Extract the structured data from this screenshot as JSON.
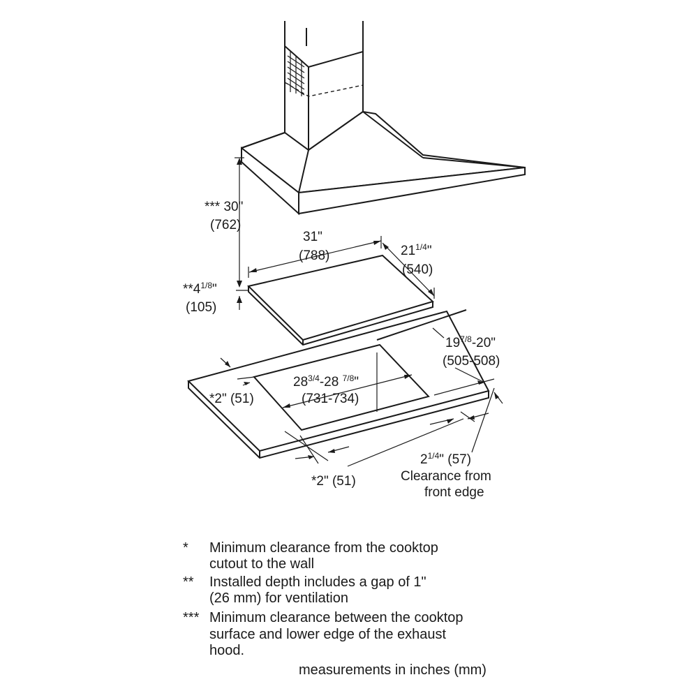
{
  "dimensions": {
    "hood_height": {
      "main": "*** 30\"",
      "mm": "(762)"
    },
    "cooktop_width": {
      "main": "31\"",
      "mm": "(788)"
    },
    "cooktop_depth": {
      "whole": "21",
      "frac": "1/4",
      "unit": "\"",
      "mm": "(540)"
    },
    "installed_depth": {
      "prefix": "**4",
      "frac": "1/8",
      "unit": "\"",
      "mm": "(105)"
    },
    "cutout_depth": {
      "whole": "19",
      "frac": "7/8",
      "rest": "-20\"",
      "mm": "(505-508)"
    },
    "cutout_width": {
      "whole": "28",
      "frac": "3/4",
      "mid": "-28 ",
      "frac2": "7/8",
      "unit": "\"",
      "mm": "(731-734)"
    },
    "side_clearance_left": "*2\" (51)",
    "side_clearance_front": "*2\" (51)",
    "front_clearance": {
      "whole": "2",
      "frac": "1/4",
      "rest": "\" (57)",
      "line1": "Clearance from",
      "line2": "front edge"
    }
  },
  "footnotes": [
    {
      "marker": "*",
      "lines": [
        "Minimum clearance from the cooktop",
        "cutout to the wall"
      ]
    },
    {
      "marker": "**",
      "lines": [
        "Installed depth includes a gap of 1\"",
        "(26 mm) for ventilation"
      ]
    },
    {
      "marker": "***",
      "lines": [
        "Minimum clearance between the cooktop",
        "surface and lower edge of the exhaust",
        "hood."
      ]
    }
  ],
  "units_note": "measurements in inches (mm)",
  "line_color": "#1a1a1a",
  "background_color": "#ffffff"
}
